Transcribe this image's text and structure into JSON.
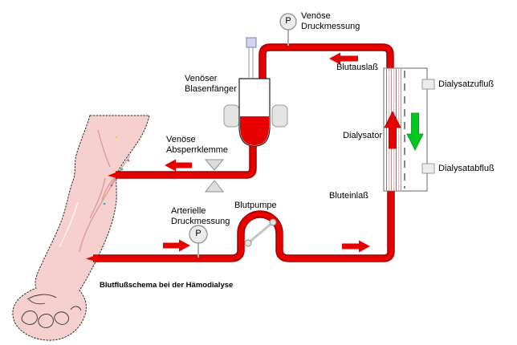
{
  "diagram": {
    "caption": "Blutflußschema bei der Hämodialyse",
    "gauge_letter": "P",
    "labels": {
      "venous_pressure": "Venöse\nDruckmessung",
      "bubble_catcher": "Venöser\nBlasenfänger",
      "blood_outlet": "Blutauslaß",
      "dialysate_inflow": "Dialysatzufluß",
      "dialyzer": "Dialysator",
      "dialysate_outflow": "Dialysatabfluß",
      "blood_inlet": "Bluteinlaß",
      "venous_clamp": "Venöse\nAbsperrklemme",
      "arterial_pressure": "Arterielle\nDruckmessung",
      "blood_pump": "Blutpumpe"
    },
    "colors": {
      "tube_red": "#e60000",
      "tube_border": "#a80000",
      "arrow_red": "#e60000",
      "arrow_green": "#00c81e",
      "arm_skin": "#f6cfcf"
    }
  }
}
